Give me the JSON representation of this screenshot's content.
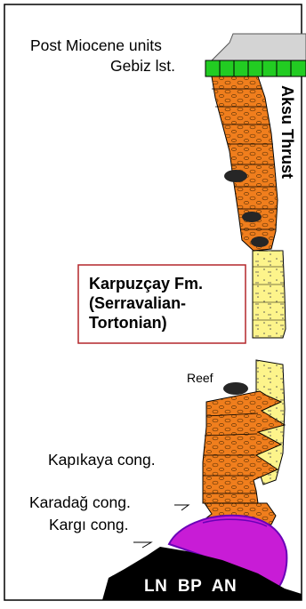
{
  "labels": {
    "post_miocene": "Post Miocene units",
    "gebiz": "Gebiz lst.",
    "thrust": "Aksu Thrust",
    "formation_line1": "Karpuzçay Fm.",
    "formation_line2": "(Serravalian-",
    "formation_line3": "Tortonian)",
    "reef": "Reef",
    "kapikaya": "Kapıkaya cong.",
    "karadag": "Karadağ cong.",
    "kargi": "Kargı cong.",
    "basement": "LN  BP  AN"
  },
  "colors": {
    "conglomerate": "#f07e1d",
    "sandstone": "#fdf48b",
    "limestone": "#22cc22",
    "post_miocene": "#d4d4d4",
    "kargi": "#c81cd6",
    "kargi_rim": "#6a00b8",
    "basement": "#000000",
    "callout_border": "#b3262a",
    "reef": "#262626"
  }
}
